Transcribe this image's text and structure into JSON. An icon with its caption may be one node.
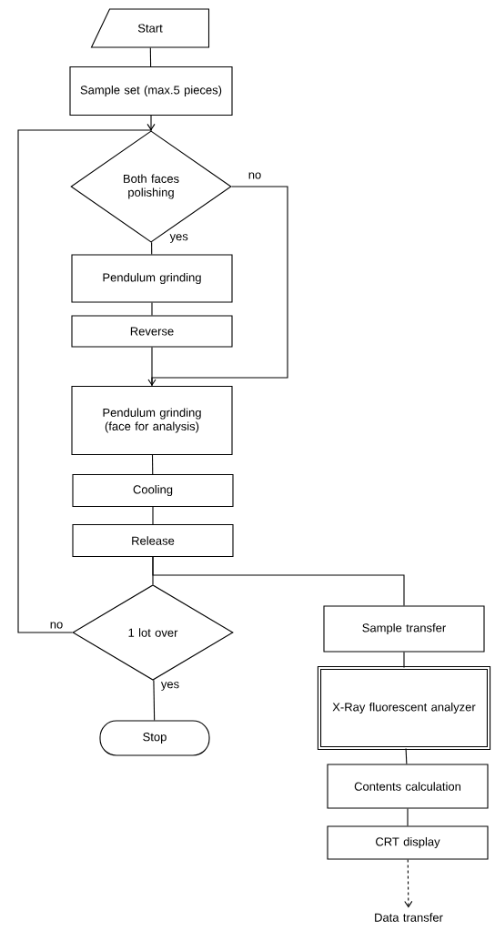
{
  "diagram": {
    "nodes": [
      {
        "text": [
          "Start"
        ]
      },
      {
        "text": [
          "Sample set (max.5 pieces)"
        ]
      },
      {
        "text": [
          "Both faces polishing"
        ]
      },
      {
        "text": [
          "Pendulum grinding"
        ]
      },
      {
        "text": [
          "Reverse"
        ]
      },
      {
        "text": [
          "Pendulum grinding (face for analysis)"
        ]
      },
      {
        "text": [
          "Cooling"
        ]
      },
      {
        "text": [
          "Release"
        ]
      },
      {
        "text": [
          "1 lot over"
        ]
      },
      {
        "text": [
          "Stop"
        ]
      },
      {
        "text": [
          "Sample transfer"
        ]
      },
      {
        "text": [
          "X-Ray fluorescent analyzer"
        ]
      },
      {
        "text": [
          "Contents calculation"
        ]
      },
      {
        "text": [
          "CRT display"
        ]
      },
      {
        "text": [
          "Data transfer"
        ]
      }
    ],
    "edges": [
      {
        "from": 0,
        "to": 1,
        "arrow": "none"
      },
      {
        "from": 1,
        "to": 2,
        "arrow": "none"
      },
      {
        "from": 2,
        "to": 3,
        "arrow": "none",
        "label": "yes"
      },
      {
        "from": 3,
        "to": 4,
        "arrow": "none"
      },
      {
        "from": 4,
        "to": 5,
        "arrow": "none"
      },
      {
        "from": 2,
        "to": 5,
        "arrow": "to",
        "label": "no"
      },
      {
        "from": 5,
        "to": 6,
        "arrow": "none"
      },
      {
        "from": 6,
        "to": 7,
        "arrow": "none"
      },
      {
        "from": 7,
        "to": 8,
        "arrow": "none"
      },
      {
        "from": 7,
        "to": 10,
        "arrow": "none"
      },
      {
        "from": 8,
        "to": 2,
        "arrow": "to",
        "label": "no"
      },
      {
        "from": 8,
        "to": 9,
        "arrow": "none",
        "label": "yes"
      },
      {
        "from": 10,
        "to": 11,
        "arrow": "none"
      },
      {
        "from": 11,
        "to": 12,
        "arrow": "none"
      },
      {
        "from": 12,
        "to": 13,
        "arrow": "none"
      },
      {
        "from": 13,
        "to": 14,
        "arrow": "to",
        "style": "dashed"
      }
    ]
  }
}
